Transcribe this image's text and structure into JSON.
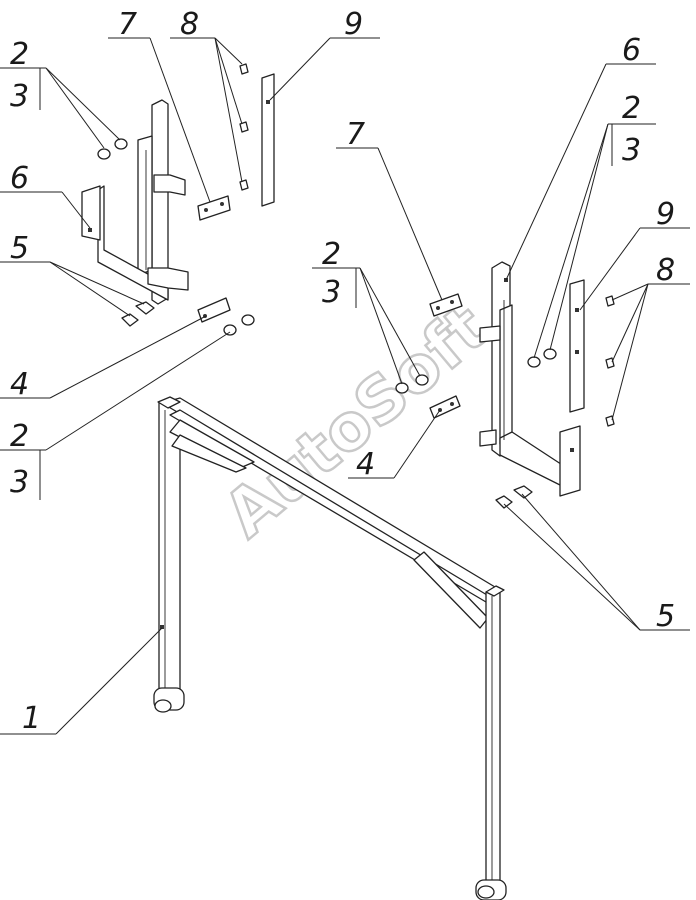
{
  "watermark": "AutoSoft",
  "callouts": {
    "c2_a": "2",
    "c3_a": "3",
    "c7_a": "7",
    "c8_a": "8",
    "c9_a": "9",
    "c6_a": "6",
    "c5_a": "5",
    "c4_a": "4",
    "c2_b": "2",
    "c3_b": "3",
    "c7_b": "7",
    "c2_c": "2",
    "c3_c": "3",
    "c4_b": "4",
    "c6_b": "6",
    "c2_d": "2",
    "c3_d": "3",
    "c9_b": "9",
    "c8_b": "8",
    "c5_b": "5",
    "c1": "1"
  }
}
